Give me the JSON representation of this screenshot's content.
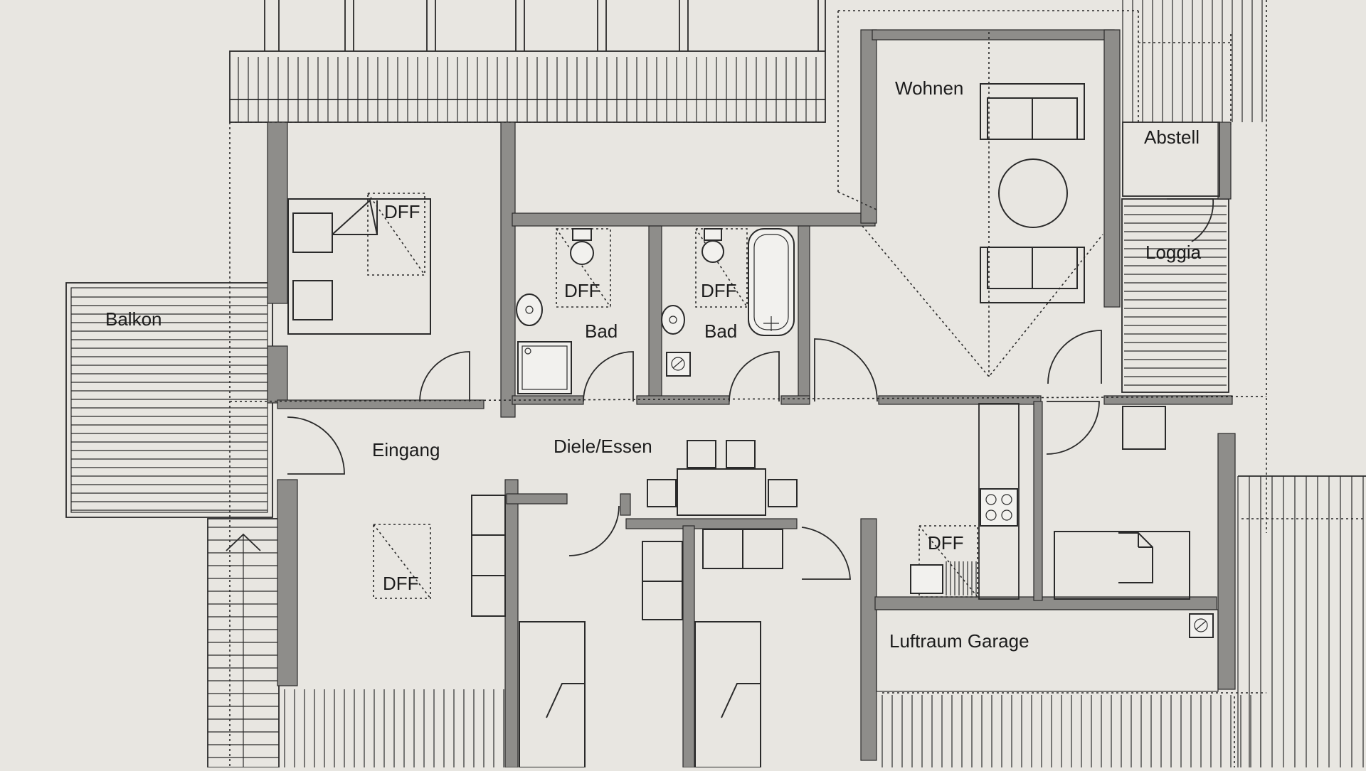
{
  "plan": {
    "rooms": [
      {
        "key": "wohnen",
        "label": "Wohnen"
      },
      {
        "key": "abstell",
        "label": "Abstell"
      },
      {
        "key": "loggia",
        "label": "Loggia"
      },
      {
        "key": "balkon",
        "label": "Balkon"
      },
      {
        "key": "bad1",
        "label": "Bad"
      },
      {
        "key": "bad2",
        "label": "Bad"
      },
      {
        "key": "eingang",
        "label": "Eingang"
      },
      {
        "key": "diele",
        "label": "Diele/Essen"
      },
      {
        "key": "garage",
        "label": "Luftraum Garage"
      }
    ],
    "dff_label": "DFF"
  }
}
